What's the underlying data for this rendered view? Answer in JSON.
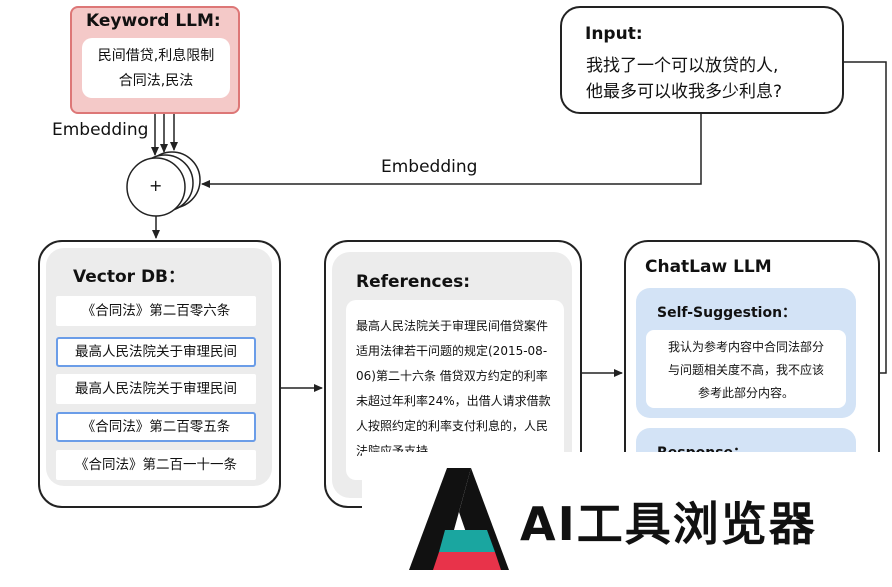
{
  "keyword": {
    "title": "Keyword LLM:",
    "lines": [
      "民间借贷,利息限制",
      "合同法,民法"
    ]
  },
  "input": {
    "title": "Input:",
    "lines": [
      "我找了一个可以放贷的人,",
      "他最多可以收我多少利息?"
    ]
  },
  "labels": {
    "embedding_left": "Embedding",
    "embedding_mid": "Embedding",
    "plus": "+"
  },
  "vector_db": {
    "title": "Vector DB：",
    "items": [
      "《合同法》第二百零六条",
      "最高人民法院关于审理民间",
      "最高人民法院关于审理民间",
      "《合同法》第二百零五条",
      "《合同法》第二百一十一条"
    ]
  },
  "references": {
    "title": "References:",
    "text": "最高人民法院关于审理民间借贷案件适用法律若干问题的规定(2015-08-06)第二十六条 借贷双方约定的利率未超过年利率24%，出借人请求借款人按照约定的利率支付利息的，人民法院应予支持"
  },
  "chatlaw": {
    "title": "ChatLaw LLM",
    "self_suggestion": {
      "title": "Self-Suggestion：",
      "lines": [
        "我认为参考内容中合同法部分",
        "与问题相关度不高，我不应该",
        "参考此部分内容。"
      ]
    },
    "response": {
      "title": "Response："
    }
  },
  "watermark": {
    "text": "AI工具浏览器",
    "colors": {
      "black": "#111111",
      "teal": "#1aa6a0",
      "red": "#e8334a"
    }
  }
}
